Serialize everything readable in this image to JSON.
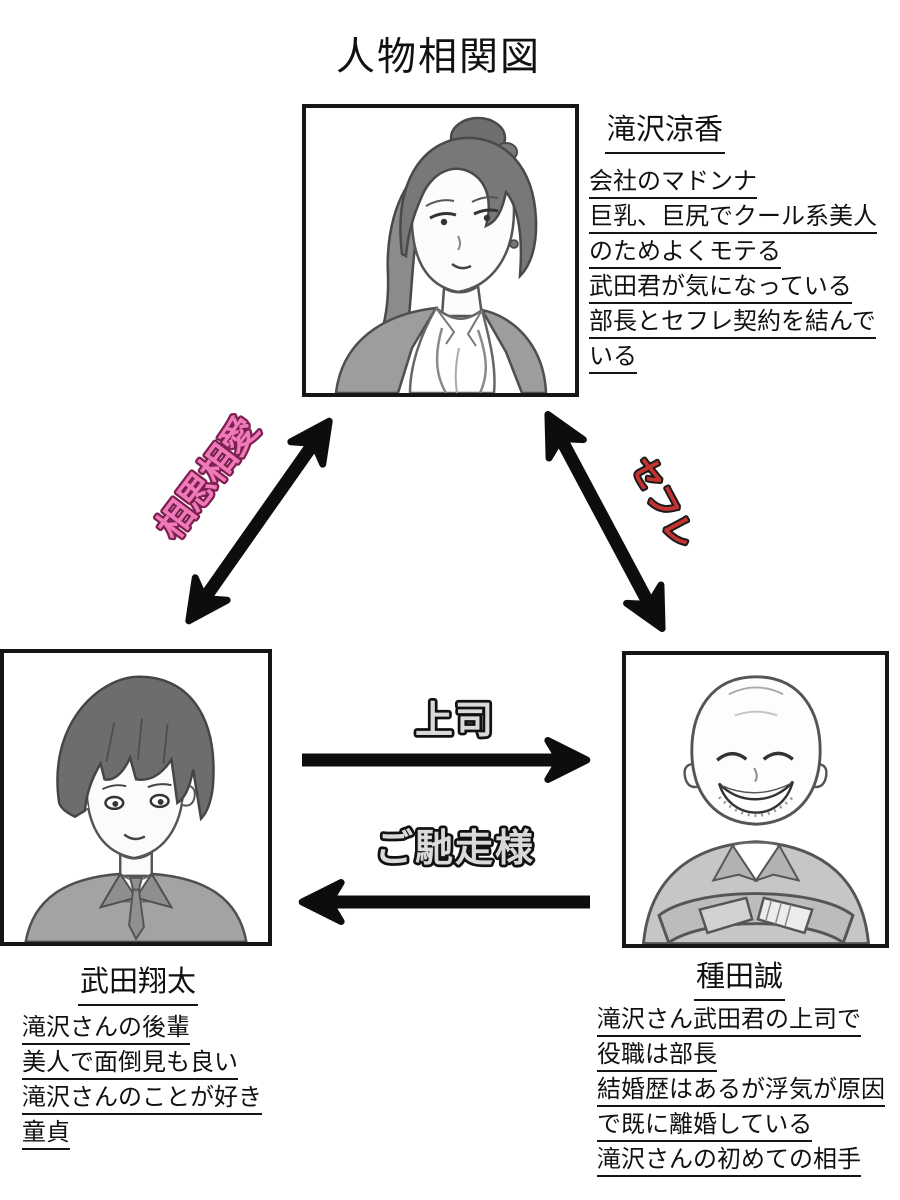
{
  "title": "人物相関図",
  "colors": {
    "ink": "#111111",
    "arrow-black": "#0d0d0d",
    "mutual-love-pink": "#f07ab8",
    "mutual-love-outline": "#7c2050",
    "sefure-red": "#c53330",
    "sefure-outline": "#1a1a1a",
    "boss-label-gray": "#d9d9d9",
    "label-outline": "#111111"
  },
  "characters": [
    {
      "name": "滝沢涼香",
      "portrait": "office-lady-hair-bun-grayscale-portrait",
      "lines": [
        "会社のマドンナ",
        "巨乳、巨尻でクール系美人",
        "のためよくモテる",
        "武田君が気になっている",
        "部長とセフレ契約を結んで",
        "いる"
      ]
    },
    {
      "name": "武田翔太",
      "portrait": "young-man-school-uniform-grayscale-portrait",
      "lines": [
        "滝沢さんの後輩",
        "美人で面倒見も良い",
        "滝沢さんのことが好き",
        "童貞"
      ]
    },
    {
      "name": "種田誠",
      "portrait": "bald-man-arms-crossed-grayscale-portrait",
      "lines": [
        "滝沢さん武田君の上司で",
        "役職は部長",
        "結婚歴はあるが浮気が原因",
        "で既に離婚している",
        "滝沢さんの初めての相手"
      ]
    }
  ],
  "relationships": [
    {
      "label": "相思相愛",
      "style": "double-arrow"
    },
    {
      "label": "セフレ",
      "style": "double-arrow"
    },
    {
      "label": "上司",
      "style": "arrow-right"
    },
    {
      "label": "ご馳走様",
      "style": "arrow-left"
    }
  ]
}
